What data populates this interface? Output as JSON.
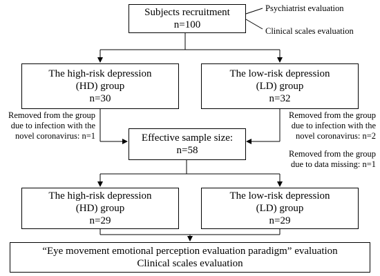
{
  "colors": {
    "line": "#000000",
    "background": "#ffffff"
  },
  "recruitment": {
    "title": "Subjects recruitment",
    "count": "n=100"
  },
  "side_evaluations": [
    "Psychiatrist evaluation",
    "Clinical scales evaluation"
  ],
  "hd_group_initial": {
    "line1": "The high-risk depression",
    "line2": "(HD) group",
    "count": "n=30"
  },
  "ld_group_initial": {
    "line1": "The low-risk depression",
    "line2": "(LD) group",
    "count": "n=32"
  },
  "removed_hd": {
    "line1": "Removed from the group",
    "line2": "due to infection with the",
    "line3": "novel coronavirus: n=1"
  },
  "removed_ld_infection": {
    "line1": "Removed from the group",
    "line2": "due to infection with the",
    "line3": "novel coronavirus: n=2"
  },
  "removed_ld_missing": {
    "line1": "Removed from the group",
    "line2": "due to data missing: n=1"
  },
  "effective_sample": {
    "title": "Effective sample size:",
    "count": "n=58"
  },
  "hd_group_final": {
    "line1": "The high-risk depression",
    "line2": "(HD) group",
    "count": "n=29"
  },
  "ld_group_final": {
    "line1": "The low-risk depression",
    "line2": "(LD) group",
    "count": "n=29"
  },
  "evaluation": {
    "line1": "“Eye movement emotional perception evaluation paradigm” evaluation",
    "line2": "Clinical scales evaluation"
  }
}
